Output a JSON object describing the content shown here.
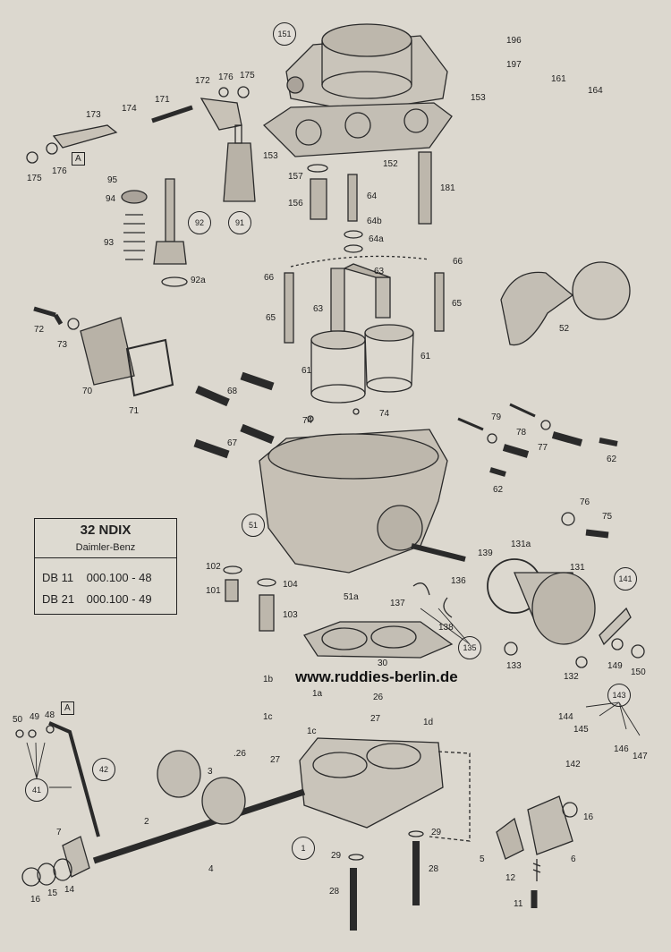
{
  "model": {
    "title": "32 NDIX",
    "maker": "Daimler-Benz",
    "variants": [
      {
        "code": "DB 11",
        "number": "000.100 - 48"
      },
      {
        "code": "DB 21",
        "number": "000.100 - 49"
      }
    ]
  },
  "website": "www.ruddies-berlin.de",
  "labels": {
    "l151": "151",
    "l196": "196",
    "l197": "197",
    "l161": "161",
    "l164": "164",
    "l153a": "153",
    "l153b": "153",
    "l172": "172",
    "l176a": "176",
    "l175a": "175",
    "l174": "174",
    "l171": "171",
    "l173": "173",
    "l175b": "175",
    "l176b": "176",
    "lA1": "A",
    "l95": "95",
    "l94": "94",
    "l93": "93",
    "l92": "92",
    "l92a": "92a",
    "l91": "91",
    "l157": "157",
    "l152": "152",
    "l64": "64",
    "l156": "156",
    "l181": "181",
    "l64b": "64b",
    "l64a": "64a",
    "l66a": "66",
    "l66b": "66",
    "l63a": "63",
    "l63b": "63",
    "l65a": "65",
    "l65b": "65",
    "l52": "52",
    "l72": "72",
    "l73": "73",
    "l70": "70",
    "l71": "71",
    "l61a": "61",
    "l61b": "61",
    "l68": "68",
    "l67": "67",
    "l74a": "74",
    "l74b": "74",
    "l79": "79",
    "l78": "78",
    "l77": "77",
    "l62a": "62",
    "l62b": "62",
    "l51": "51",
    "l76": "76",
    "l75": "75",
    "l131a": "131a",
    "l139": "139",
    "l131": "131",
    "l141": "141",
    "l102": "102",
    "l101": "101",
    "l104": "104",
    "l103": "103",
    "l51a": "51a",
    "l137": "137",
    "l136": "136",
    "l138": "138",
    "l135": "135",
    "l133": "133",
    "l132": "132",
    "l149": "149",
    "l150": "150",
    "l30": "30",
    "l1b": "1b",
    "l1a": "1a",
    "l26a": "26",
    "l143": "143",
    "l1c1": "1c",
    "l27a": "27",
    "l1d": "1d",
    "l1c2": "1c",
    "l144": "144",
    "l145": "145",
    "l146": "146",
    "l147": "147",
    "l142": "142",
    "l50": "50",
    "l49": "49",
    "l48": "48",
    "lA2": "A",
    "l41": "41",
    "l42": "42",
    "l26b": ".26",
    "l27b": "27",
    "l3": "3",
    "l2": "2",
    "l7": "7",
    "l5": "5",
    "l16a": "16",
    "l6": "6",
    "l29a": "29",
    "l29b": "29",
    "l28a": "28",
    "l28b": "28",
    "l1": "1",
    "l4": "4",
    "l12": "12",
    "l11": "11",
    "l16b": "16",
    "l15": "15",
    "l14": "14"
  }
}
